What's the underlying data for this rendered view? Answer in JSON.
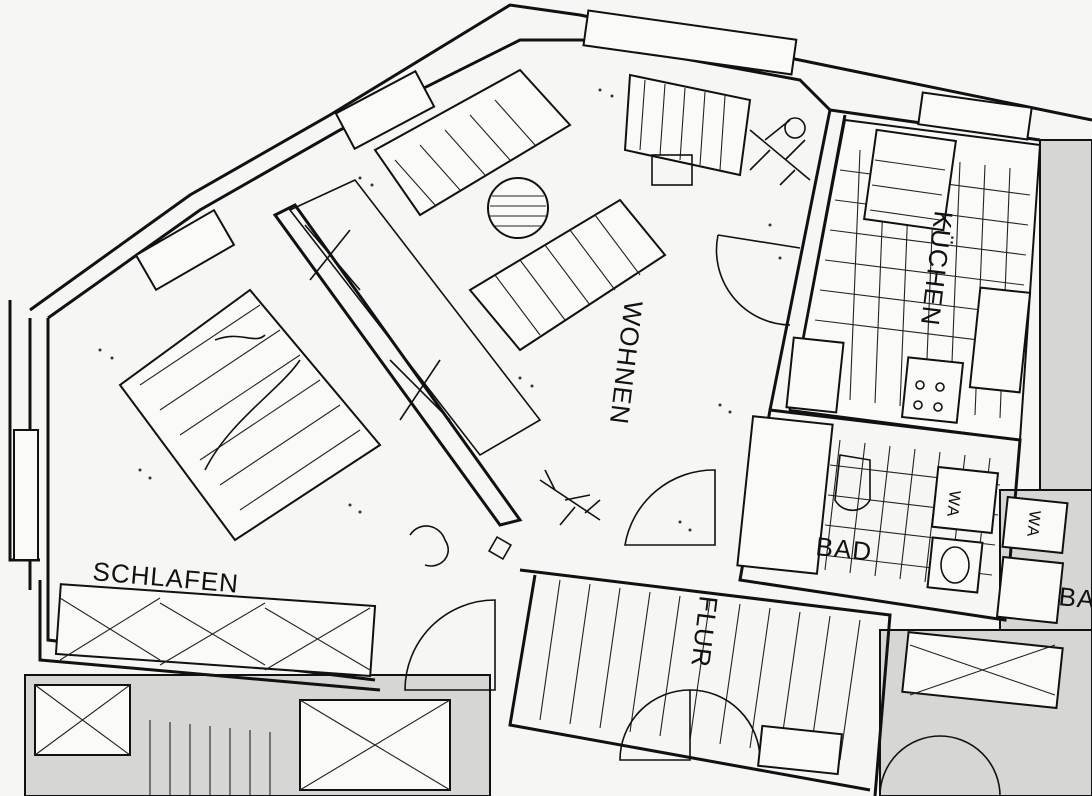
{
  "rooms": {
    "schlafen": "SCHLAFEN",
    "wohnen": "WOHNEN",
    "kuechen": "KÜCHEN",
    "bad": "BAD",
    "flur": "FLUR",
    "bad_neighbor": "BA",
    "wa_main": "WA",
    "wa_neighbor": "WA"
  }
}
